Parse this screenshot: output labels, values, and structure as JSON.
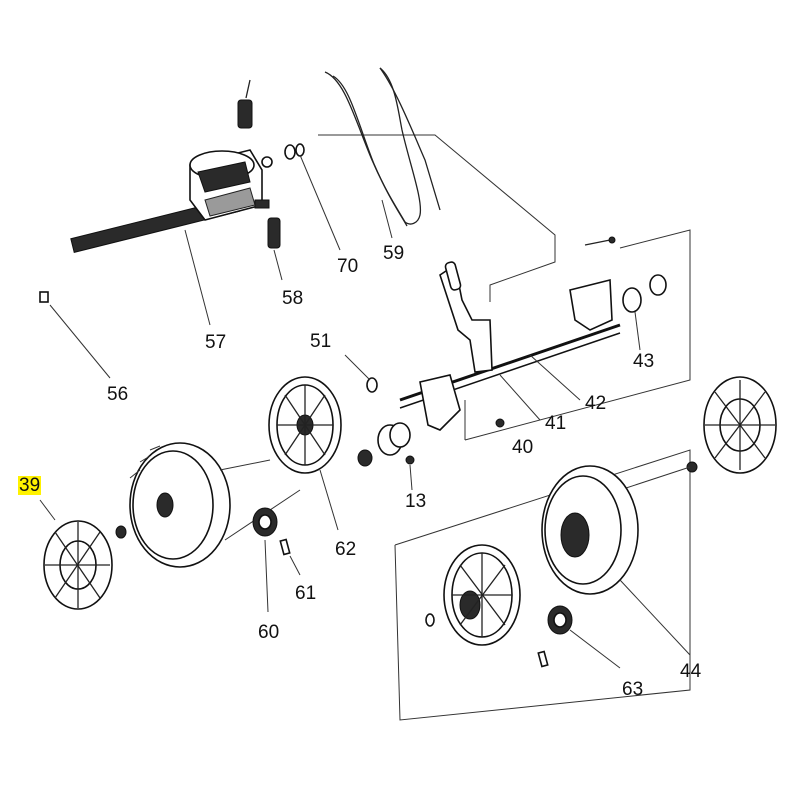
{
  "highlight_color": "#fff200",
  "callouts": {
    "c39": "39",
    "c56": "56",
    "c57": "57",
    "c58": "58",
    "c70": "70",
    "c59": "59",
    "c51": "51",
    "c41": "41",
    "c42": "42",
    "c43": "43",
    "c40": "40",
    "c13": "13",
    "c62": "62",
    "c61": "61",
    "c60": "60",
    "c63": "63",
    "c44": "44"
  }
}
